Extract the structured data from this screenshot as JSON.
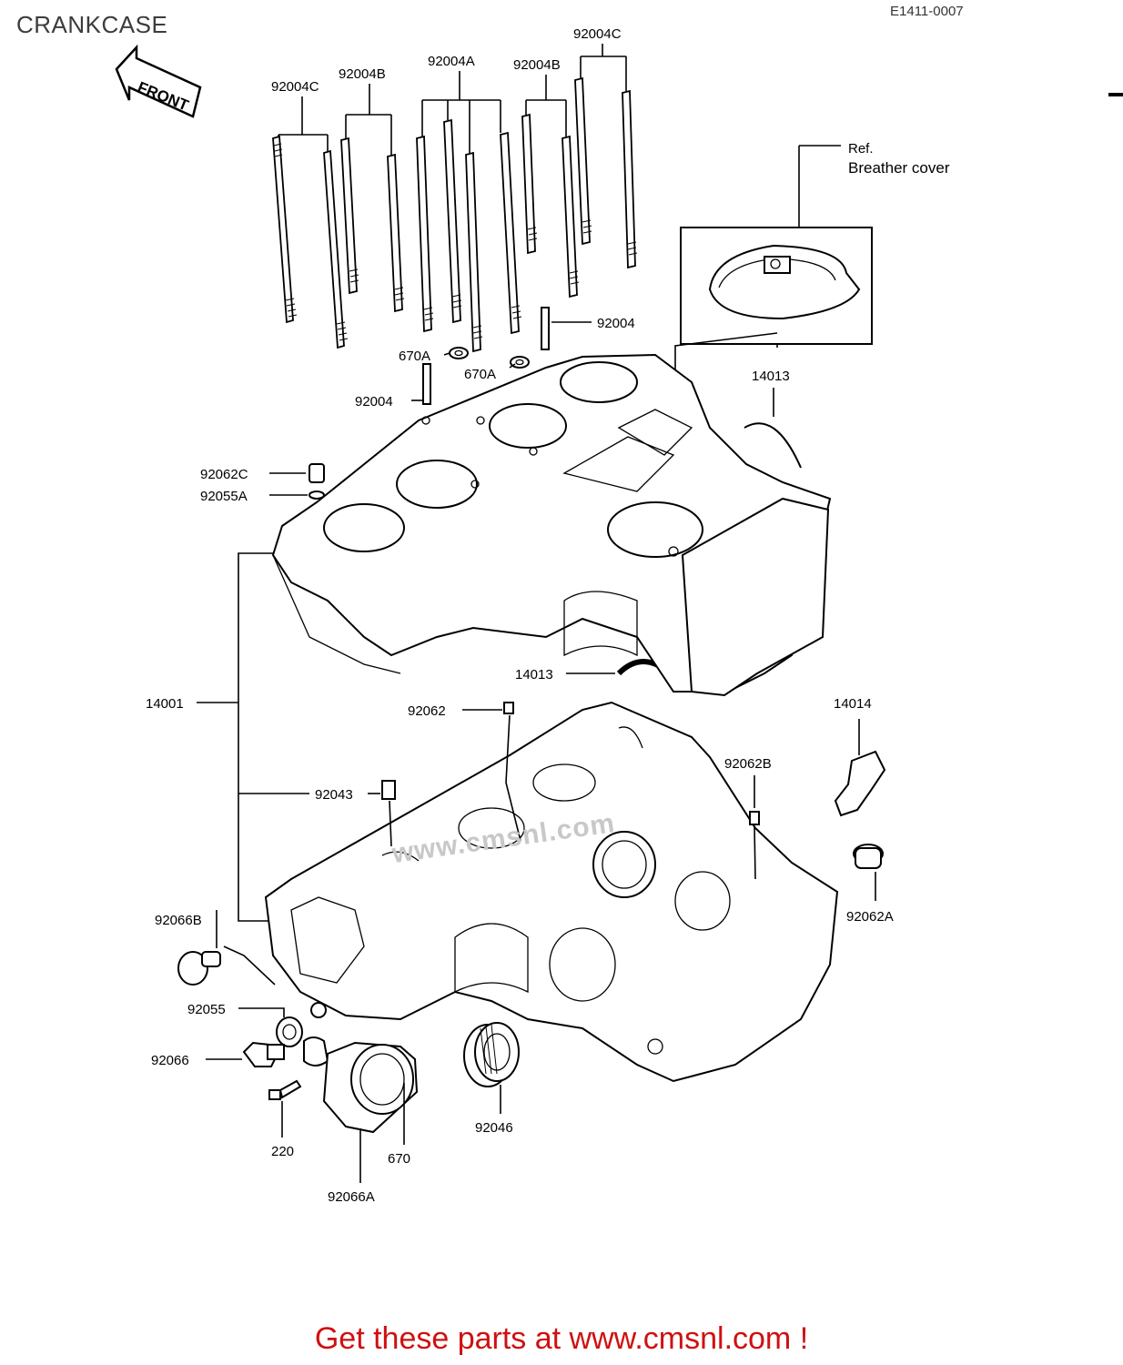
{
  "title": "CRANKCASE",
  "diagram_code": "E1411-0007",
  "front_arrow_text": "FRONT",
  "breather_ref": {
    "line1": "Ref.",
    "line2": "Breather cover"
  },
  "watermark": "www.cmsnl.com",
  "footer": "Get these parts at www.cmsnl.com !",
  "labels": {
    "b92004C_top": "92004C",
    "b92004A": "92004A",
    "b92004B_right": "92004B",
    "b92004B_left": "92004B",
    "b92004C_left": "92004C",
    "s92004_right": "92004",
    "s92004_left": "92004",
    "o670A_left": "670A",
    "o670A_right": "670A",
    "b14013_upper": "14013",
    "b14013_lower": "14013",
    "p92062C": "92062C",
    "w92055A": "92055A",
    "c14001": "14001",
    "p92062": "92062",
    "p14014": "14014",
    "p92062B": "92062B",
    "p92043": "92043",
    "p92062A": "92062A",
    "p92066B": "92066B",
    "w92055": "92055",
    "p92066": "92066",
    "p220": "220",
    "p92066A": "92066A",
    "p670": "670",
    "p92046": "92046"
  }
}
